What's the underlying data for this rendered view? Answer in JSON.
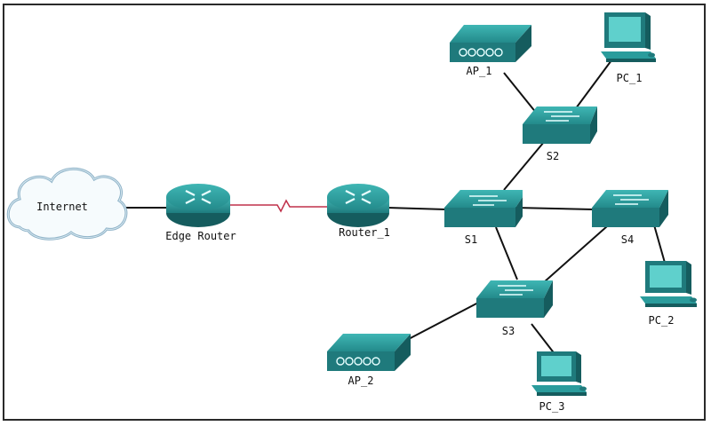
{
  "labels": {
    "internet": "Internet",
    "edge_router": "Edge Router",
    "router_1": "Router_1",
    "s1": "S1",
    "s2": "S2",
    "s3": "S3",
    "s4": "S4",
    "ap_1": "AP_1",
    "ap_2": "AP_2",
    "pc_1": "PC_1",
    "pc_2": "PC_2",
    "pc_3": "PC_3"
  },
  "colors": {
    "device_top": "#2ea0a0",
    "device_front": "#1f7a7c",
    "device_side": "#155c5e",
    "link": "#111111",
    "serial_link": "#c0304a",
    "cloud_stroke": "#8fb3c8"
  },
  "icons": {
    "internet": "cloud-icon",
    "routers": "router-icon",
    "switches": "switch-icon",
    "access_points": "access-point-icon",
    "pcs": "pc-icon"
  }
}
